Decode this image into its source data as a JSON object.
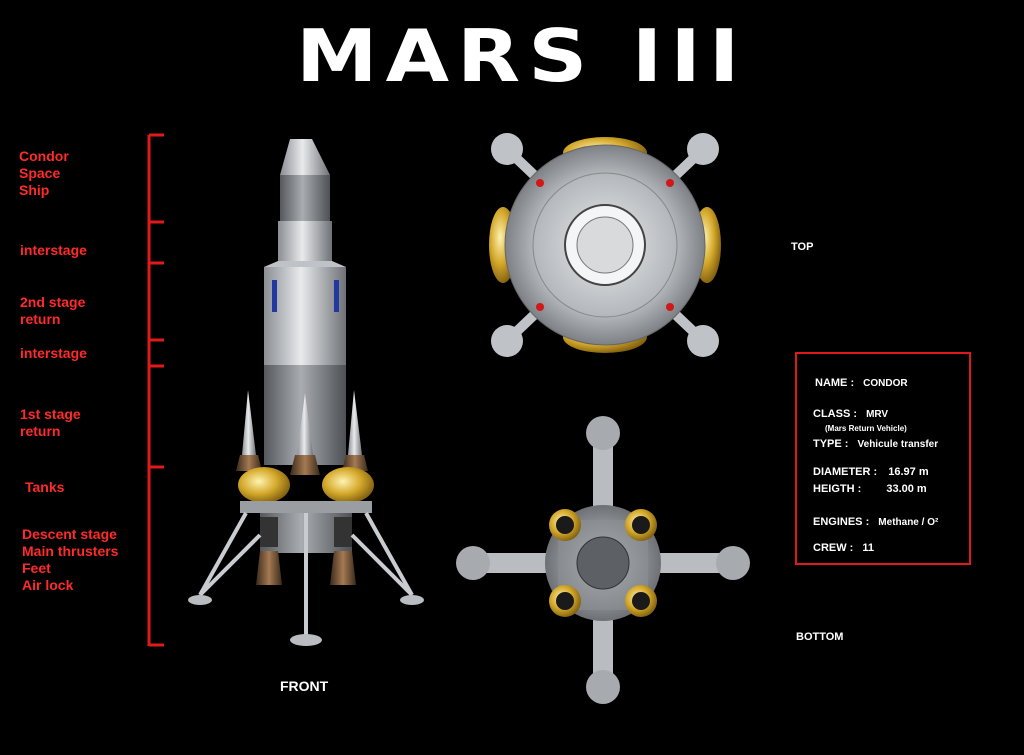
{
  "title": "MARS III",
  "stages": [
    {
      "label": "Condor\nSpace\nShip"
    },
    {
      "label": "interstage"
    },
    {
      "label": "2nd stage\nreturn"
    },
    {
      "label": "interstage"
    },
    {
      "label": "1st stage\nreturn"
    },
    {
      "label": "Tanks"
    },
    {
      "label": "Descent stage\nMain thrusters\nFeet\nAir lock"
    }
  ],
  "views": {
    "front": "FRONT",
    "top": "TOP",
    "bottom": "BOTTOM"
  },
  "specs": {
    "name_label": "NAME :",
    "name_value": "CONDOR",
    "class_label": "CLASS :",
    "class_value": "MRV",
    "class_note": "(Mars Return Vehicle)",
    "type_label": "TYPE :",
    "type_value": "Vehicule transfer",
    "diameter_label": "DIAMETER :",
    "diameter_value": "16.97 m",
    "height_label": "HEIGTH :",
    "height_value": "33.00 m",
    "engines_label": "ENGINES :",
    "engines_value": "Methane / O²",
    "crew_label": "CREW :",
    "crew_value": "11"
  },
  "colors": {
    "label_red": "#ff2a2a",
    "box_red": "#e01a1a",
    "gold": "#d4a82a"
  }
}
